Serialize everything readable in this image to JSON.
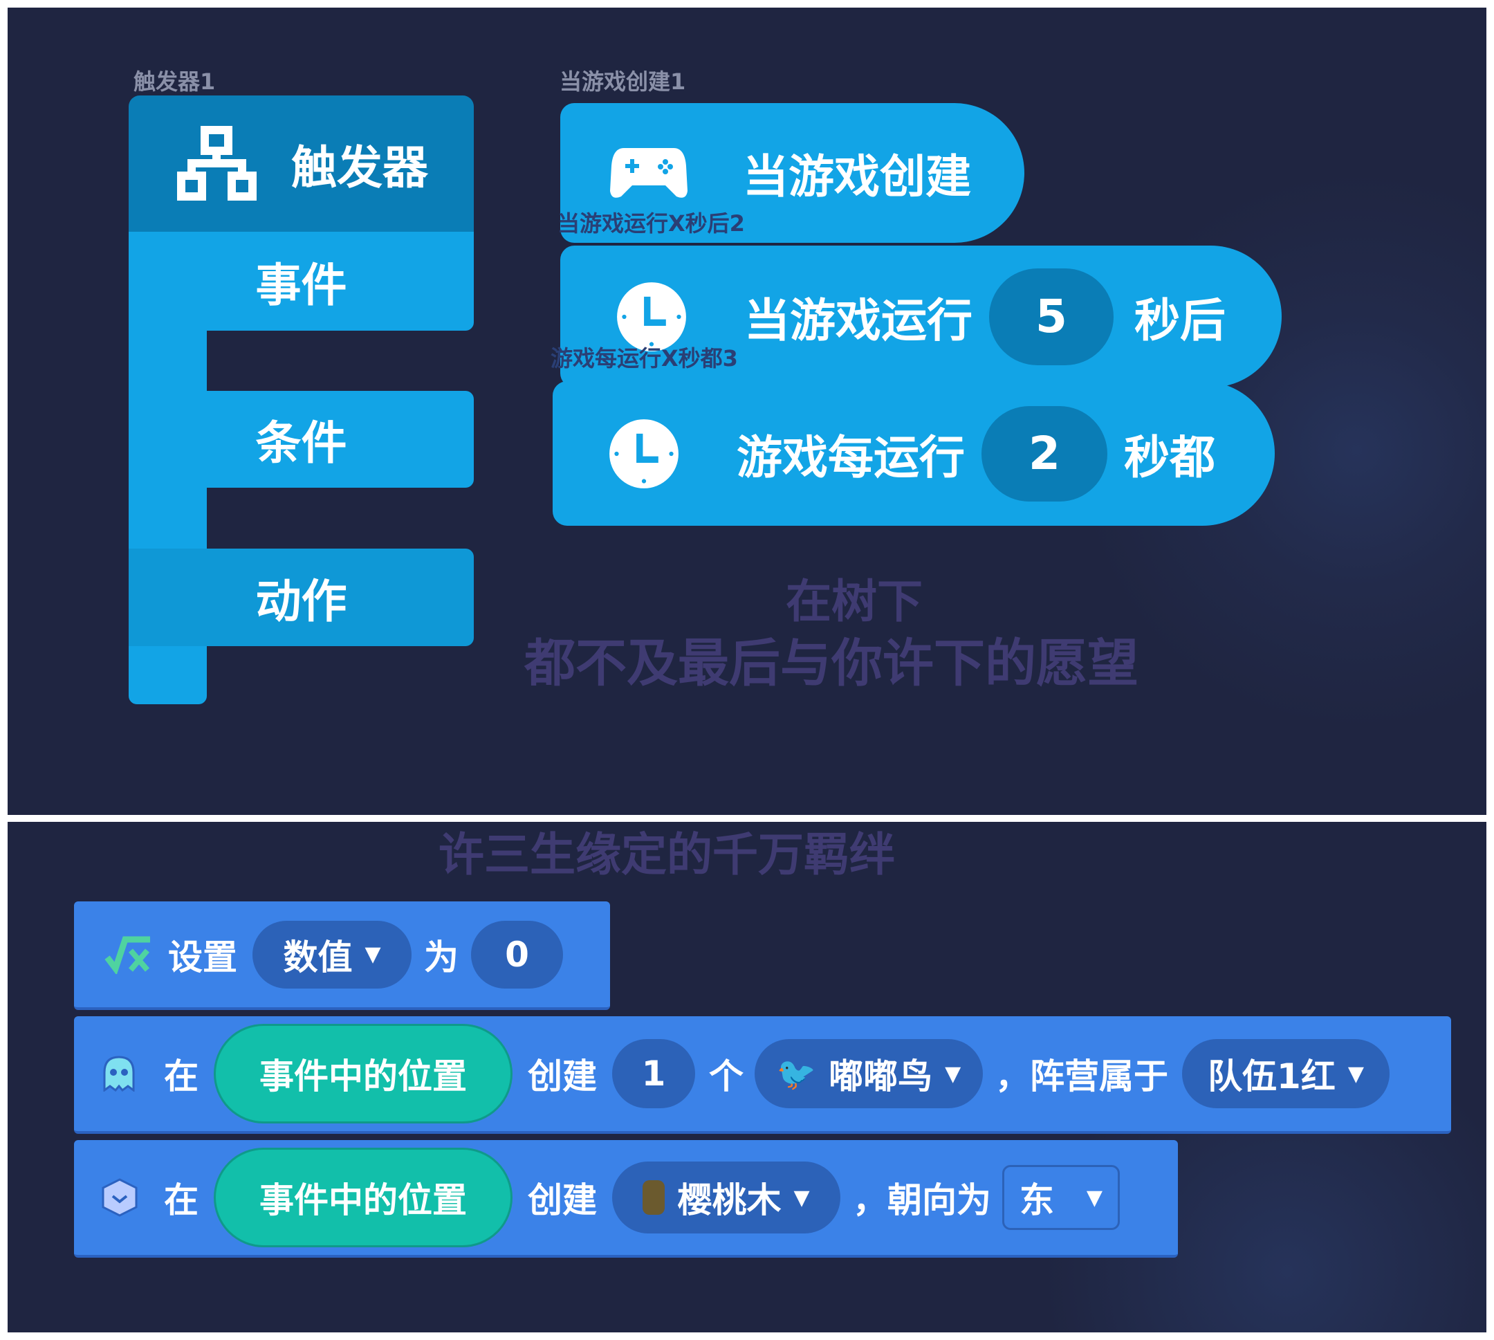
{
  "trigger_block": {
    "caption": "触发器1",
    "title": "触发器",
    "items": [
      "事件",
      "条件",
      "动作"
    ]
  },
  "events": [
    {
      "caption": "当游戏创建1",
      "text": "当游戏创建"
    },
    {
      "caption": "当游戏运行X秒后2",
      "text": "当游戏运行",
      "value": "5",
      "suffix": "秒后"
    },
    {
      "caption": "游戏每运行X秒都3",
      "text": "游戏每运行",
      "value": "2",
      "suffix": "秒都"
    }
  ],
  "lyrics": [
    "在树下",
    "都不及最后与你许下的愿望",
    "许三生缘定的千万羁绊"
  ],
  "actions": {
    "set": {
      "label": "设置",
      "variable": "数值",
      "to": "为",
      "value": "0"
    },
    "spawn_creature": {
      "at": "在",
      "position": "事件中的位置",
      "create": "创建",
      "count": "1",
      "unit": "个",
      "creature": "嘟嘟鸟",
      "comma": "，",
      "faction_label": "阵营属于",
      "faction": "队伍1红"
    },
    "spawn_object": {
      "at": "在",
      "position": "事件中的位置",
      "create": "创建",
      "object": "樱桃木",
      "comma": "，",
      "facing_label": "朝向为",
      "facing": "东"
    }
  },
  "colors": {
    "trigger": "#12a4e6",
    "trigger_header": "#0a7db6",
    "action": "#3b82e8",
    "teal": "#12bfaa",
    "background": "#1f2541"
  }
}
